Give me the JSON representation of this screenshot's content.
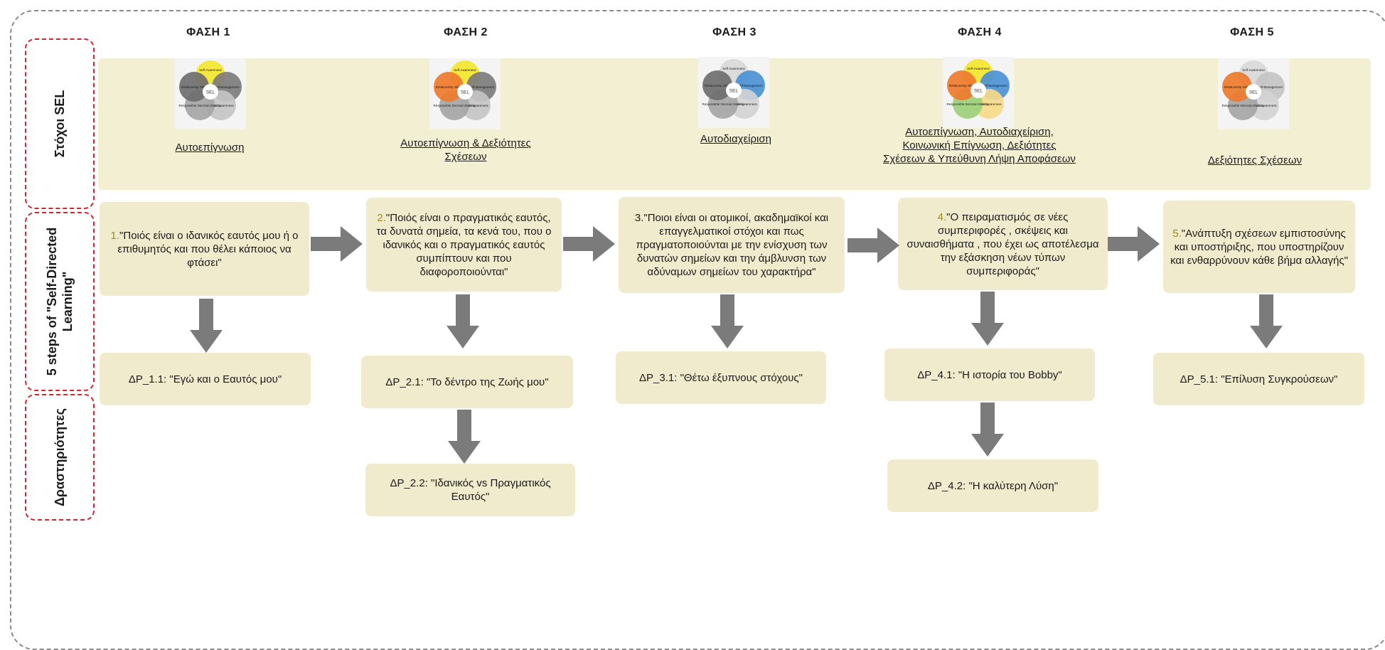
{
  "row_labels": {
    "sel": "Στόχοι SEL",
    "sdl": "5 steps of \"Self-Directed Learning\"",
    "activities": "Δραστηριότητες"
  },
  "phases": [
    {
      "title": "ΦΑΣΗ 1",
      "goal": "Αυτοεπίγνωση",
      "step_num": "1.",
      "step_text": "\"Ποιός είναι ο ιδανικός εαυτός μου ή ο επιθυμητός και που θέλει κάποιος να φτάσει\"",
      "activities": [
        "ΔΡ_1.1: \"Εγώ και ο Εαυτός μου\""
      ]
    },
    {
      "title": "ΦΑΣΗ 2",
      "goal": "Αυτοεπίγνωση & Δεξιότητες Σχέσεων",
      "step_num": "2.",
      "step_text": "\"Ποιός είναι ο πραγματικός εαυτός, τα δυνατά σημεία, τα κενά του, που ο ιδανικός και ο πραγματικός εαυτός συμπίπτουν και που διαφοροποιούνται\"",
      "activities": [
        "ΔΡ_2.1: \"Το δέντρο της Ζωής μου\"",
        "ΔΡ_2.2: \"Ιδανικός vs Πραγματικός Εαυτός\""
      ]
    },
    {
      "title": "ΦΑΣΗ 3",
      "goal": "Αυτοδιαχείριση",
      "step_num": "3.",
      "step_text": "\"Ποιοι είναι οι ατομικοί, ακαδημαϊκοί και επαγγελματικοί στόχοι και πως πραγματοποιούνται με την ενίσχυση των δυνατών σημείων και την άμβλυνση των αδύναμων σημείων του χαρακτήρα\"",
      "activities": [
        "ΔΡ_3.1: \"Θέτω έξυπνους στόχους\""
      ]
    },
    {
      "title": "ΦΑΣΗ 4",
      "goal": "Αυτοεπίγνωση, Αυτοδιαχείριση, Κοινωνική Επίγνωση, Δεξιότητες Σχέσεων & Υπεύθυνη Λήψη Αποφάσεων",
      "step_num": "4.",
      "step_text": "\"Ο πειραματισμός σε νέες συμπεριφορές , σκέψεις και συναισθήματα , που έχει ως αποτέλεσμα την εξάσκηση νέων τύπων συμπεριφοράς\"",
      "activities": [
        "ΔΡ_4.1: \"Η ιστορία του Bobby\"",
        "ΔΡ_4.2: \"Η καλύτερη Λύση\""
      ]
    },
    {
      "title": "ΦΑΣΗ 5",
      "goal": "Δεξιότητες Σχέσεων",
      "step_num": "5.",
      "step_text": "\"Ανάπτυξη σχέσεων εμπιστοσύνης και υποστήριξης, που υποστηρίζουν και ενθαρρύνουν κάθε βήμα αλλαγής\"",
      "activities": [
        "ΔΡ_5.1: \"Επίλυση Συγκρούσεων\""
      ]
    }
  ],
  "sel_wheel": {
    "center": "SEL",
    "segments": [
      "Self-Awareness",
      "Self-Management",
      "Social Awareness",
      "Responsible Decision Making",
      "Relationship Skills"
    ],
    "highlights": [
      [
        "#f3e52c",
        "#7c7c7c",
        "#c4c4c4",
        "#a5a5a5",
        "#6e6e6e"
      ],
      [
        "#f3e52c",
        "#7c7c7c",
        "#c4c4c4",
        "#a5a5a5",
        "#ee7a2d"
      ],
      [
        "#d8d8d8",
        "#4b93d6",
        "#d2d2d2",
        "#a5a5a5",
        "#6e6e6e"
      ],
      [
        "#f3e52c",
        "#4b93d6",
        "#f6d98a",
        "#9ccf7a",
        "#ee7a2d"
      ],
      [
        "#d8d8d8",
        "#c4c4c4",
        "#d2d2d2",
        "#a5a5a5",
        "#ee7a2d"
      ]
    ]
  }
}
